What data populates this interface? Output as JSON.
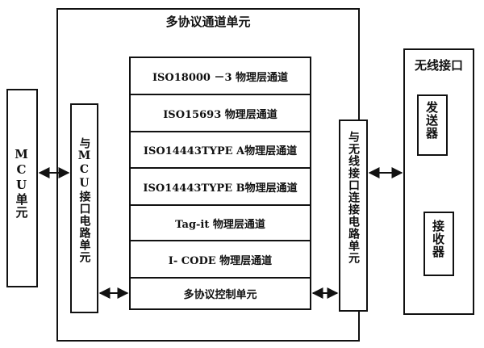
{
  "outer": {
    "title": "多协议通道单元"
  },
  "mcu": {
    "label": "MCU单元"
  },
  "mcu_interface": {
    "label": "与MCU接口电路单元"
  },
  "layers": [
    {
      "label": "ISO18000 －3  物理层通道"
    },
    {
      "label": "ISO15693 物理层通道"
    },
    {
      "label": "ISO14443TYPE A物理层通道"
    },
    {
      "label": "ISO14443TYPE B物理层通道"
    },
    {
      "label": "Tag-it  物理层通道"
    },
    {
      "label": "I- CODE 物理层通道"
    },
    {
      "label": "多协议控制单元"
    }
  ],
  "wireless_link": {
    "label": "与无线接口连接电路单元"
  },
  "wireless": {
    "title": "无线接口",
    "transmitter": "发送器",
    "receiver": "接收器"
  }
}
